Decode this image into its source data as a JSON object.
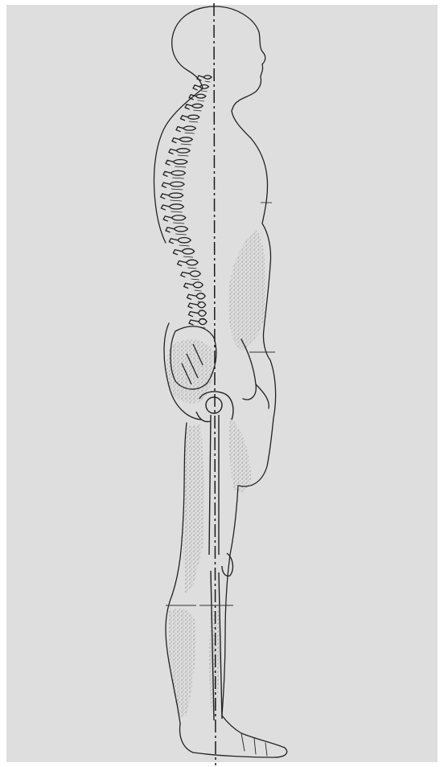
{
  "figure": {
    "subject": "lateral-standing-posture-with-plumb-line",
    "view": "side",
    "background_color": "#dedede",
    "border_color": "#ffffff",
    "line_color": "#222222",
    "stipple_color": "#8a8a8a",
    "vertebra_count": 24
  }
}
